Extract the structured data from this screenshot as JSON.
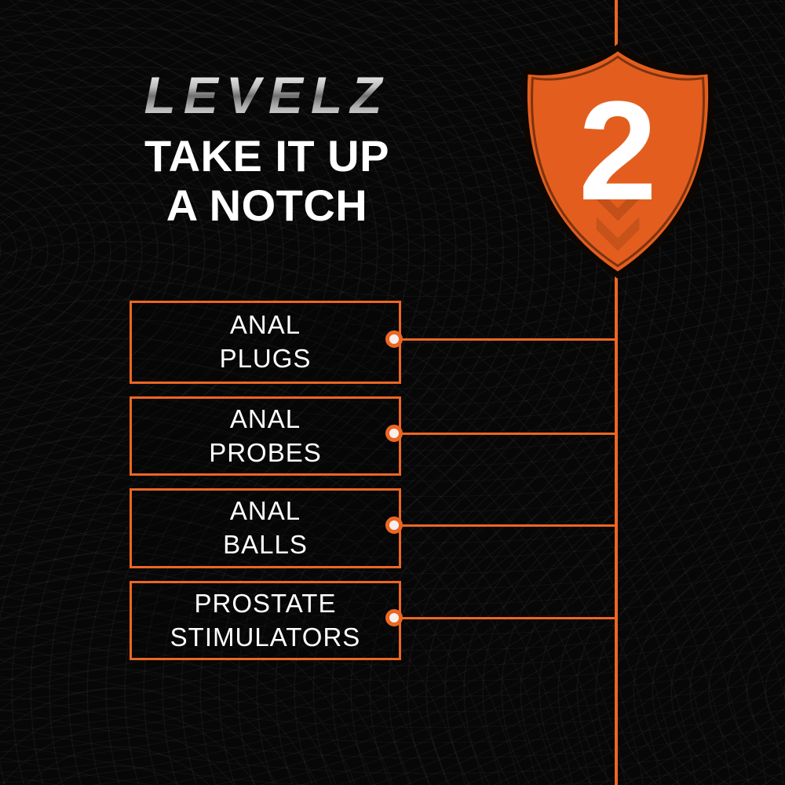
{
  "brand": {
    "logo": "LEVELZ"
  },
  "headline": {
    "line1": "TAKE IT UP",
    "line2": "A NOTCH"
  },
  "badge": {
    "number": "2"
  },
  "items": [
    {
      "line1": "ANAL",
      "line2": "PLUGS"
    },
    {
      "line1": "ANAL",
      "line2": "PROBES"
    },
    {
      "line1": "ANAL",
      "line2": "BALLS"
    },
    {
      "line1": "PROSTATE",
      "line2": "STIMULATORS"
    }
  ],
  "colors": {
    "accent_orange": "#EC6623",
    "shield_fill": "#E35E1E",
    "background": "#070707",
    "text": "#FFFFFF",
    "logo_silver": "#BDBDBD"
  }
}
